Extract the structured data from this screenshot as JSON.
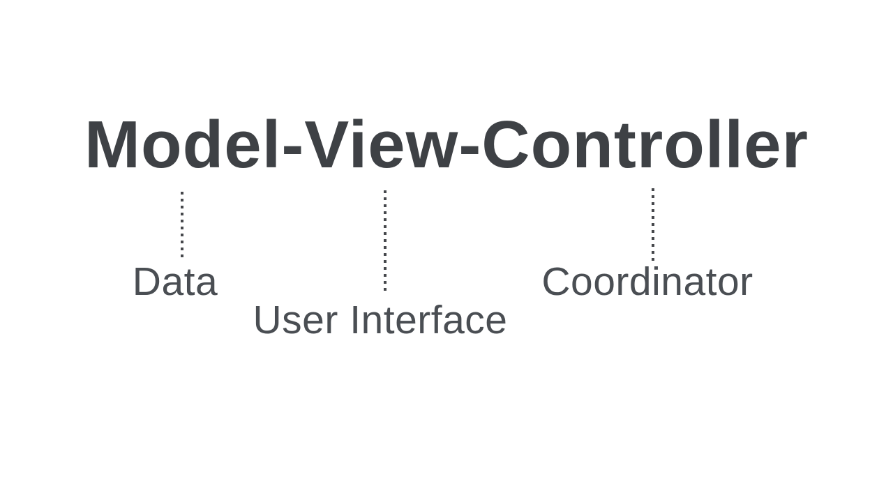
{
  "slide": {
    "background_color": "#ffffff",
    "title": "Model-View-Controller",
    "title_color": "#3e4145",
    "connector_color": "#46484c",
    "label_color": "#4a4e53",
    "connectors": [
      {
        "from": "Model",
        "to_label": "Data"
      },
      {
        "from": "View",
        "to_label": "User Interface"
      },
      {
        "from": "Controller",
        "to_label": "Coordinator"
      }
    ]
  },
  "labels": {
    "model": "Data",
    "view": "User Interface",
    "controller": "Coordinator"
  }
}
